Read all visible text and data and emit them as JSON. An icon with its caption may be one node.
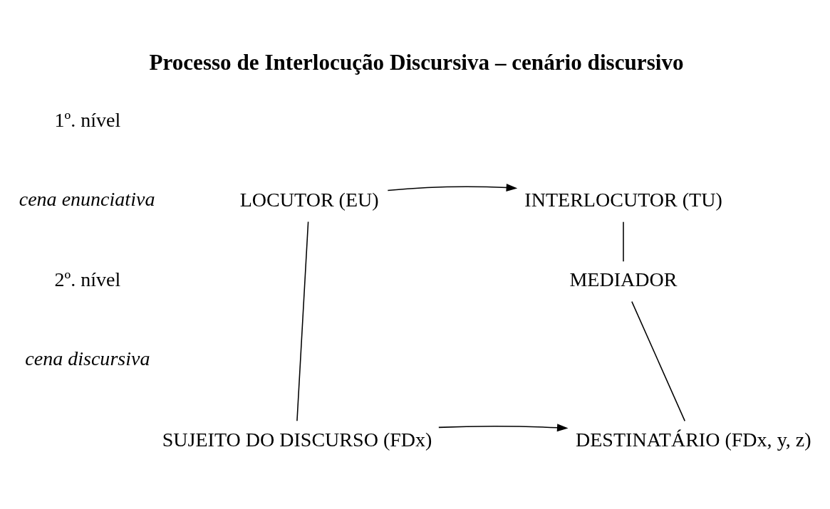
{
  "diagram": {
    "title": "Processo de Interlocução Discursiva – cenário discursivo",
    "nodes": [
      {
        "text": [
          "LOCUTOR (EU)"
        ]
      },
      {
        "text": [
          "INTERLOCUTOR (TU)"
        ]
      },
      {
        "text": [
          "MEDIADOR"
        ]
      },
      {
        "text": [
          "SUJEITO DO DISCURSO (FDx)"
        ]
      },
      {
        "text": [
          "DESTINATÁRIO (FDx, y, z)"
        ]
      }
    ],
    "edges": [
      {
        "from": 0,
        "to": 1,
        "arrow": "to"
      },
      {
        "from": 0,
        "to": 3,
        "arrow": "none"
      },
      {
        "from": 1,
        "to": 2,
        "arrow": "none"
      },
      {
        "from": 2,
        "to": 4,
        "arrow": "none"
      },
      {
        "from": 3,
        "to": 4,
        "arrow": "to"
      }
    ],
    "labels": [
      "1º. nível",
      "cena enunciativa",
      "2º. nível",
      "cena discursiva"
    ]
  }
}
